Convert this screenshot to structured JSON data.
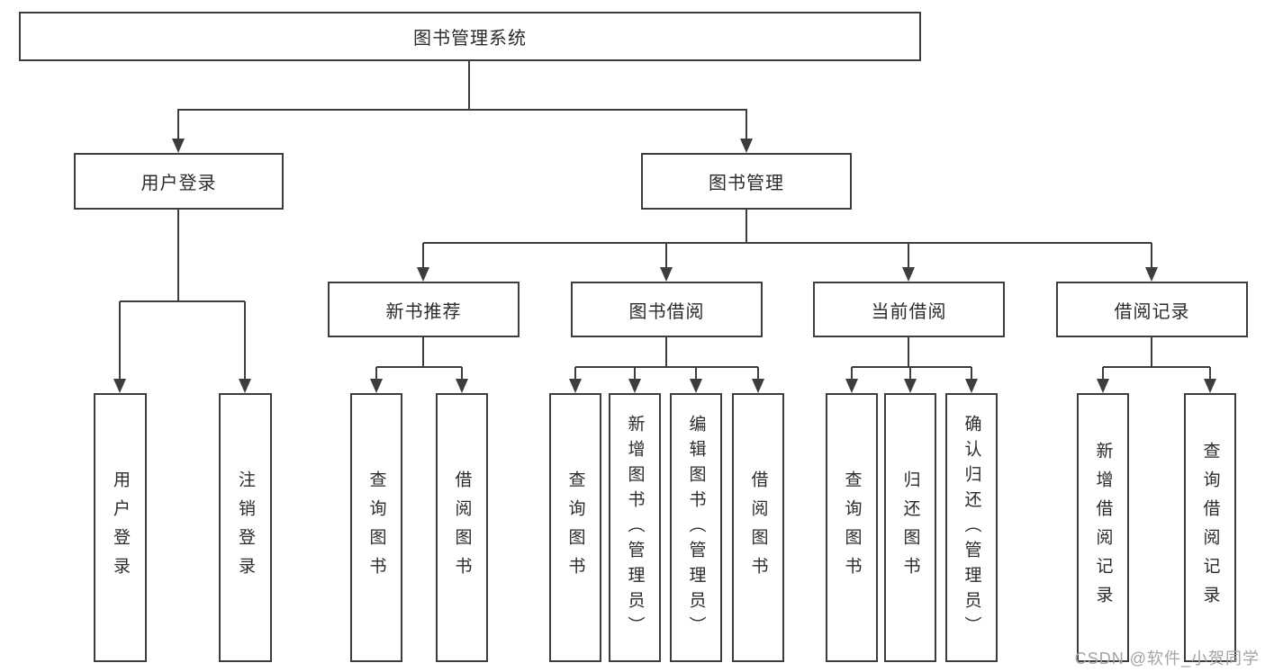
{
  "diagram": {
    "title": "图书管理系统",
    "root": {
      "label": "图书管理系统"
    },
    "level2": [
      {
        "label": "用户登录"
      },
      {
        "label": "图书管理"
      }
    ],
    "level3": [
      {
        "label": "新书推荐"
      },
      {
        "label": "图书借阅"
      },
      {
        "label": "当前借阅"
      },
      {
        "label": "借阅记录"
      }
    ],
    "leaves": [
      {
        "label": "用户登录",
        "parent": "用户登录"
      },
      {
        "label": "注销登录",
        "parent": "用户登录"
      },
      {
        "label": "查询图书",
        "parent": "新书推荐"
      },
      {
        "label": "借阅图书",
        "parent": "新书推荐"
      },
      {
        "label": "查询图书",
        "parent": "图书借阅"
      },
      {
        "label": "新增图书（管理员）",
        "parent": "图书借阅"
      },
      {
        "label": "编辑图书（管理员）",
        "parent": "图书借阅"
      },
      {
        "label": "借阅图书",
        "parent": "图书借阅"
      },
      {
        "label": "查询图书",
        "parent": "当前借阅"
      },
      {
        "label": "归还图书",
        "parent": "当前借阅"
      },
      {
        "label": "确认归还（管理员）",
        "parent": "当前借阅"
      },
      {
        "label": "新增借阅记录",
        "parent": "借阅记录"
      },
      {
        "label": "查询借阅记录",
        "parent": "借阅记录"
      }
    ],
    "colors": {
      "line": "#3d3d3d",
      "box_border": "#3d3d3d",
      "text": "#2b2b2b",
      "watermark": "#a3a3a8",
      "background": "#ffffff"
    }
  },
  "watermark": {
    "text": "CSDN @软件_小贺同学"
  }
}
